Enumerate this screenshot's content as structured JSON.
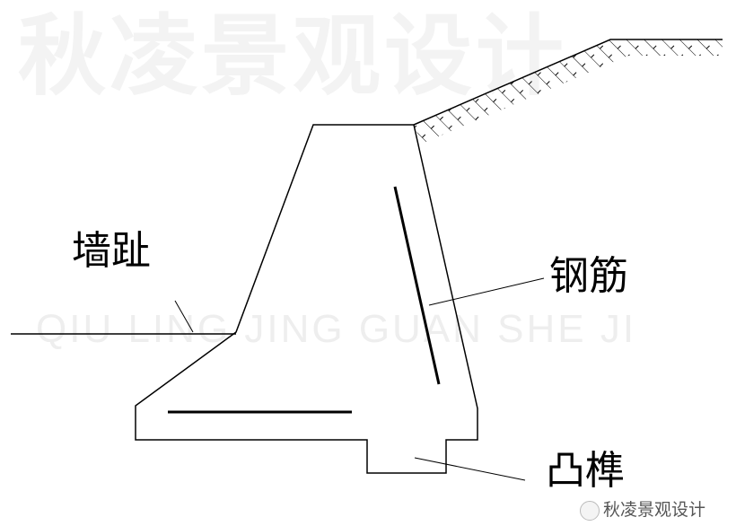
{
  "watermark": {
    "main": "秋凌景观设计",
    "pinyin": "QIU LING JING GUAN SHE JI",
    "corner": "秋凌景观设计",
    "corner_icon": "wechat-icon"
  },
  "labels": {
    "toe": "墙趾",
    "rebar": "钢筋",
    "shear_key": "凸榫"
  }
}
